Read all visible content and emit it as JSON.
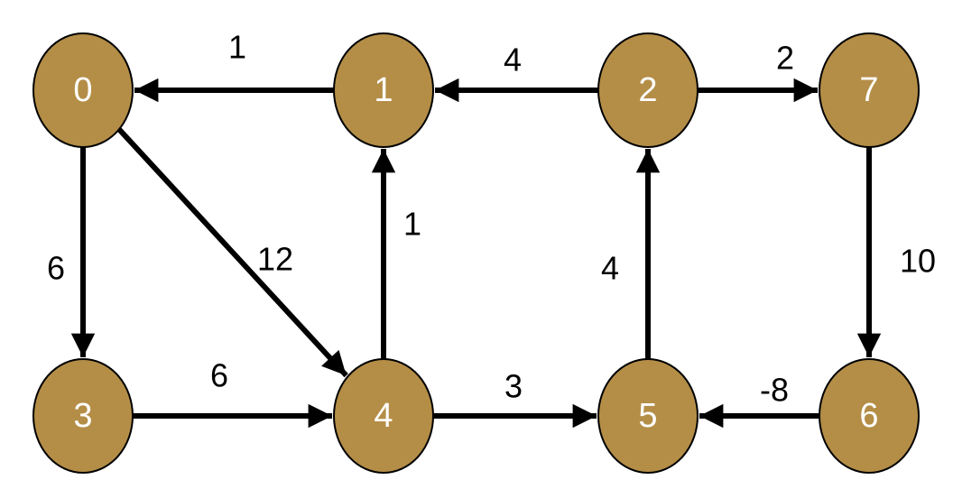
{
  "graph": {
    "colors": {
      "node_fill": "#b48e47",
      "node_stroke": "#000000",
      "node_text": "#ffffff",
      "edge": "#000000"
    },
    "nodes": [
      {
        "id": "0",
        "label": "0"
      },
      {
        "id": "1",
        "label": "1"
      },
      {
        "id": "2",
        "label": "2"
      },
      {
        "id": "7",
        "label": "7"
      },
      {
        "id": "3",
        "label": "3"
      },
      {
        "id": "4",
        "label": "4"
      },
      {
        "id": "5",
        "label": "5"
      },
      {
        "id": "6",
        "label": "6"
      }
    ],
    "edges": [
      {
        "from": "1",
        "to": "0",
        "weight": "1"
      },
      {
        "from": "2",
        "to": "1",
        "weight": "4"
      },
      {
        "from": "2",
        "to": "7",
        "weight": "2"
      },
      {
        "from": "0",
        "to": "3",
        "weight": "6"
      },
      {
        "from": "0",
        "to": "4",
        "weight": "12"
      },
      {
        "from": "4",
        "to": "1",
        "weight": "1"
      },
      {
        "from": "5",
        "to": "2",
        "weight": "4"
      },
      {
        "from": "7",
        "to": "6",
        "weight": "10"
      },
      {
        "from": "3",
        "to": "4",
        "weight": "6"
      },
      {
        "from": "4",
        "to": "5",
        "weight": "3"
      },
      {
        "from": "6",
        "to": "5",
        "weight": "-8"
      }
    ]
  }
}
